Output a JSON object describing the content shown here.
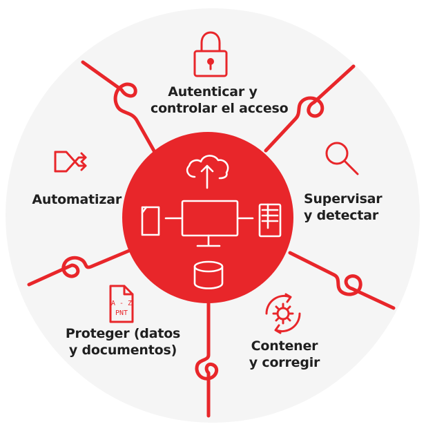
{
  "colors": {
    "accent": "#e8262a",
    "text": "#1f1f1f",
    "background": "#ffffff",
    "halo": "#f4f4f4"
  },
  "center": {
    "icons": [
      "cloud-upload-icon",
      "monitor-icon",
      "tablet-icon",
      "server-icon",
      "database-icon"
    ]
  },
  "segments": [
    {
      "id": "access",
      "icon": "padlock-icon",
      "lines": [
        "Autenticar y",
        "controlar el acceso"
      ]
    },
    {
      "id": "monitor",
      "icon": "magnifier-icon",
      "lines": [
        "Supervisar",
        "y detectar"
      ]
    },
    {
      "id": "remediate",
      "icon": "gear-cycle-icon",
      "lines": [
        "Contener",
        "y corregir"
      ]
    },
    {
      "id": "protect",
      "icon": "document-icon",
      "lines": [
        "Proteger (datos",
        "y documentos)"
      ]
    },
    {
      "id": "automate",
      "icon": "shuffle-icon",
      "lines": [
        "Automatizar"
      ]
    }
  ],
  "document_icon_text": [
    "A - Z",
    "PNT"
  ]
}
